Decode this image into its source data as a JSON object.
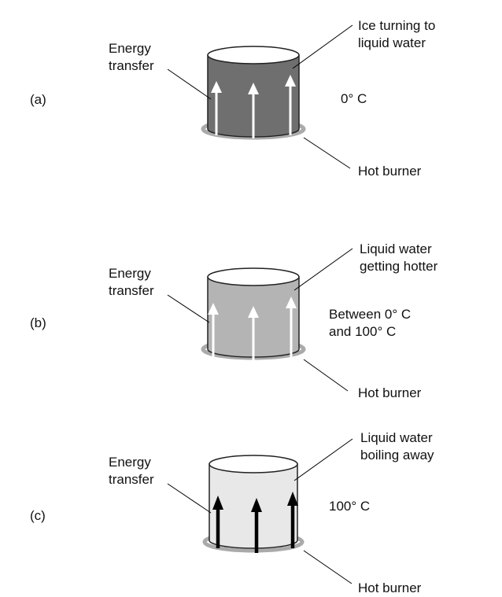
{
  "panels": [
    {
      "letter": "(a)",
      "energy_label": "Energy\ntransfer",
      "content_label": "Ice turning to\nliquid water",
      "temperature": "0° C",
      "burner_label": "Hot burner",
      "fill_color": "#6f6f6f",
      "arrow_color": "#ffffff"
    },
    {
      "letter": "(b)",
      "energy_label": "Energy\ntransfer",
      "content_label": "Liquid water\ngetting hotter",
      "temperature": "Between 0° C\nand 100° C",
      "burner_label": "Hot burner",
      "fill_color": "#b4b4b4",
      "arrow_color": "#ffffff"
    },
    {
      "letter": "(c)",
      "energy_label": "Energy\ntransfer",
      "content_label": "Liquid water\nboiling away",
      "temperature": "100° C",
      "burner_label": "Hot burner",
      "fill_color": "#e8e8e8",
      "arrow_color": "#000000"
    }
  ]
}
